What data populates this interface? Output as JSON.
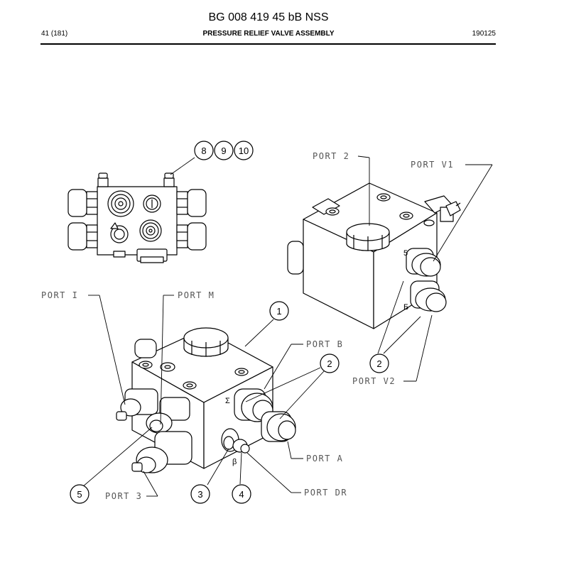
{
  "header": {
    "doc_title": "BG 008 419 45 bB NSS",
    "page": "41 (181)",
    "section_title": "PRESSURE RELIEF VALVE ASSEMBLY",
    "doc_code": "190125"
  },
  "ports": {
    "port_2": "PORT 2",
    "port_v1": "PORT V1",
    "port_i": "PORT I",
    "port_m": "PORT M",
    "port_b": "PORT B",
    "port_v2": "PORT V2",
    "port_a": "PORT A",
    "port_3": "PORT 3",
    "port_dr": "PORT DR"
  },
  "callouts": {
    "item_1": "1",
    "item_2a": "2",
    "item_2b": "2",
    "item_3": "3",
    "item_4": "4",
    "item_5": "5",
    "item_8": "8",
    "item_9": "9",
    "item_10": "10"
  }
}
